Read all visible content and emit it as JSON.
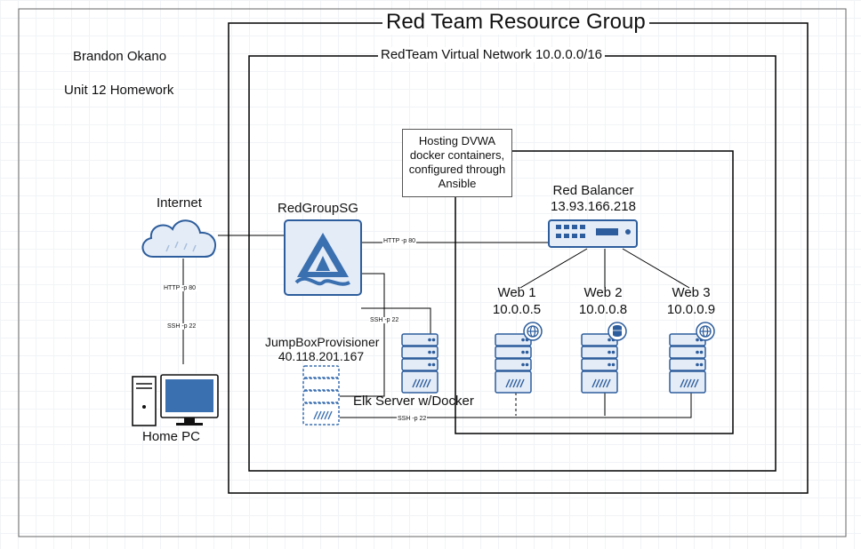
{
  "author": "Brandon Okano",
  "assignment": "Unit 12 Homework",
  "resource_group": {
    "title": "Red Team Resource Group"
  },
  "vnet": {
    "title": "RedTeam Virtual Network 10.0.0.0/16"
  },
  "note": {
    "text": "Hosting DVWA docker containers, configured through Ansible"
  },
  "nodes": {
    "internet": {
      "label": "Internet"
    },
    "home_pc": {
      "label": "Home PC"
    },
    "security_group": {
      "label": "RedGroupSG"
    },
    "jumpbox": {
      "label": "JumpBoxProvisioner",
      "ip": "40.118.201.167"
    },
    "elk": {
      "label": "Elk Server w/Docker"
    },
    "balancer": {
      "label": "Red Balancer",
      "ip": "13.93.166.218"
    },
    "web1": {
      "label": "Web 1",
      "ip": "10.0.0.5"
    },
    "web2": {
      "label": "Web 2",
      "ip": "10.0.0.8"
    },
    "web3": {
      "label": "Web 3",
      "ip": "10.0.0.9"
    }
  },
  "connections": {
    "internet_home_http": "HTTP -p 80",
    "internet_home_ssh": "SSH -p 22",
    "sg_balancer_http": "HTTP -p 80",
    "sg_elk_ssh": "SSH -p 22",
    "jumpbox_webs_ssh": "SSH -p 22"
  },
  "colors": {
    "azure_blue": "#3a6fb0",
    "icon_border": "#2d5d9c",
    "icon_fill": "#e4ecf7",
    "frame": "#000000"
  }
}
